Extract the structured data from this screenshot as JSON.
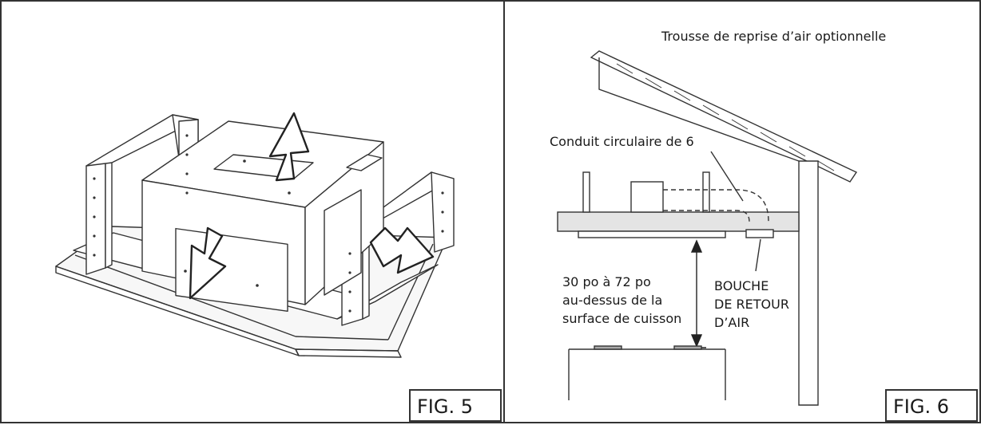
{
  "fig5": {
    "label": "FIG. 5"
  },
  "fig6": {
    "label": "FIG. 6",
    "title": "Trousse de reprise d’air optionnelle",
    "duct_label": "Conduit circulaire de 6",
    "height_label": [
      "30 po à 72 po",
      "au-dessus de la",
      "surface de cuisson"
    ],
    "vent_label": [
      "BOUCHE",
      "DE RETOUR",
      "D’AIR"
    ]
  }
}
